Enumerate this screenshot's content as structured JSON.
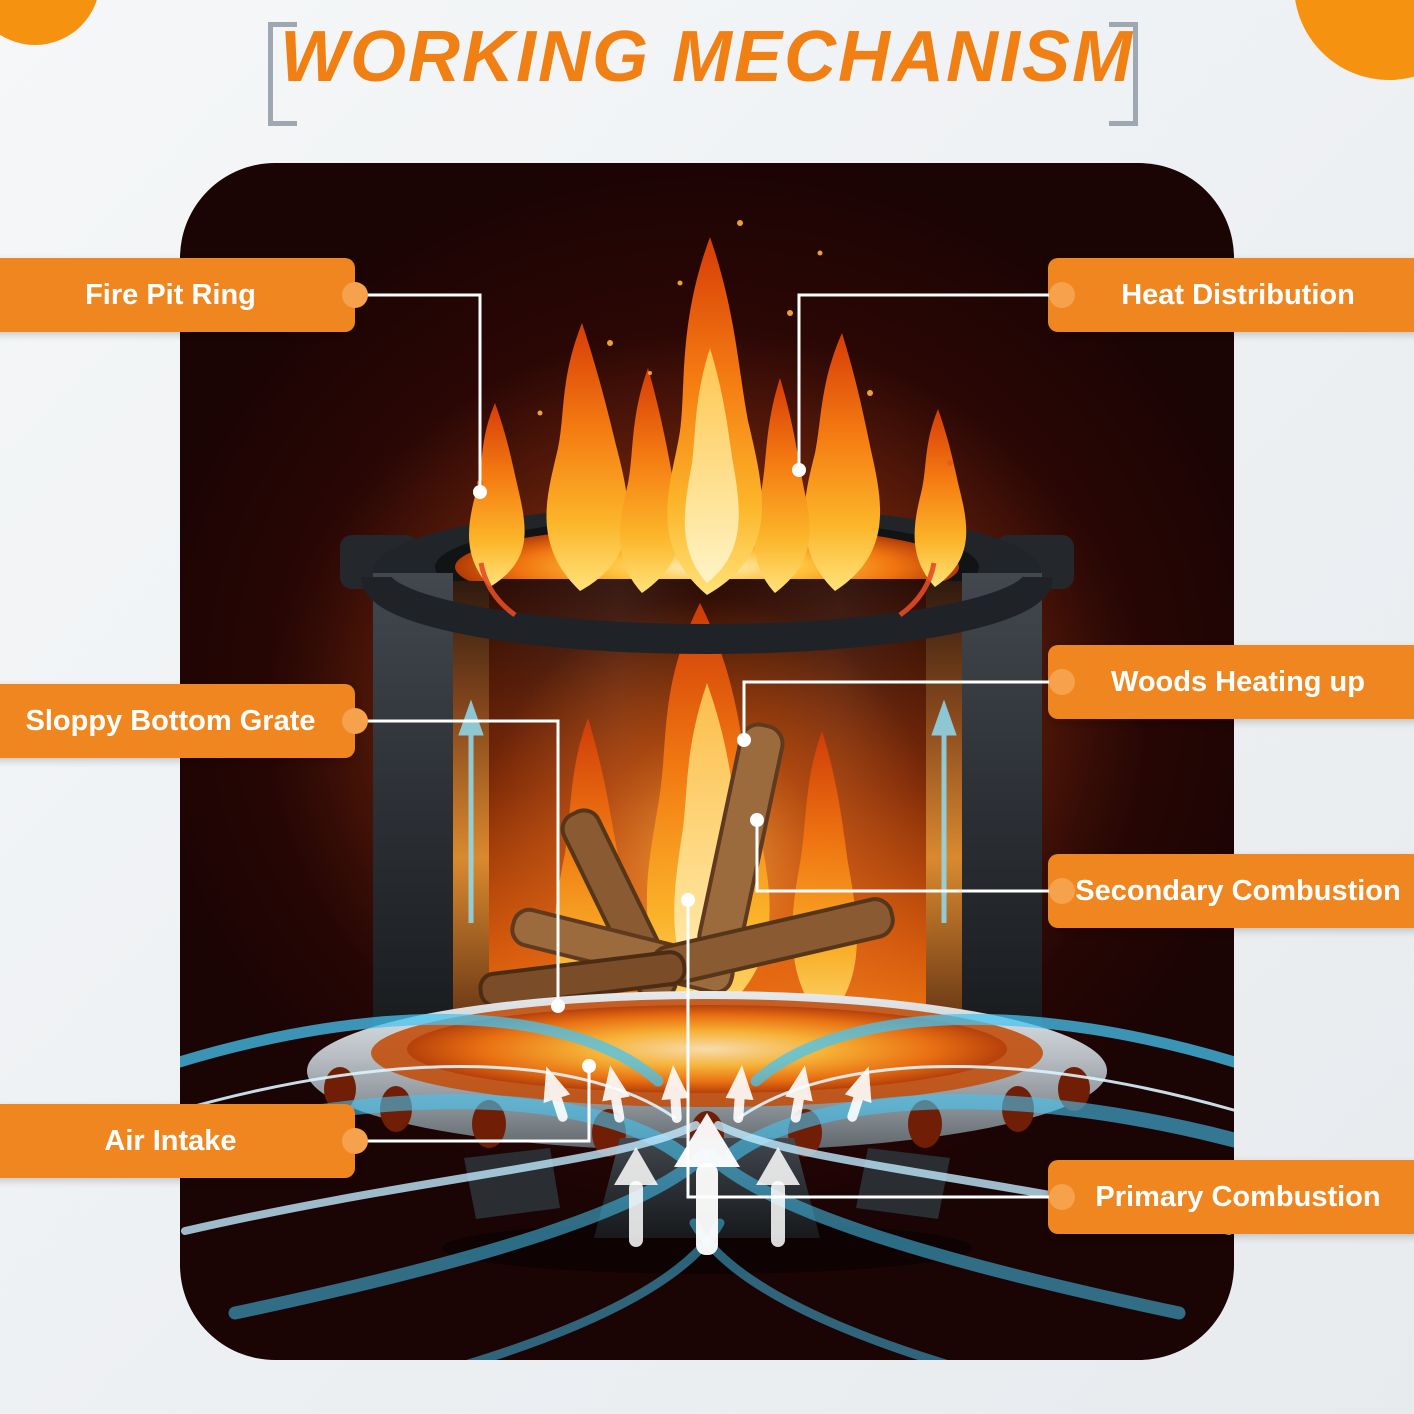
{
  "title": "WORKING MECHANISM",
  "labels": [
    {
      "id": "fire-pit-ring",
      "text": "Fire Pit Ring",
      "side": "left"
    },
    {
      "id": "heat-distribution",
      "text": "Heat Distribution",
      "side": "right"
    },
    {
      "id": "sloppy-bottom-grate",
      "text": "Sloppy Bottom Grate",
      "side": "left"
    },
    {
      "id": "woods-heating-up",
      "text": "Woods Heating up",
      "side": "right"
    },
    {
      "id": "secondary-combustion",
      "text": "Secondary Combustion",
      "side": "right"
    },
    {
      "id": "air-intake",
      "text": "Air Intake",
      "side": "left"
    },
    {
      "id": "primary-combustion",
      "text": "Primary Combustion",
      "side": "right"
    }
  ],
  "colors": {
    "accent_orange": "#F0861F",
    "title_orange": "#F08014",
    "panel_dark_red": "#481009",
    "label_text": "#FFFFFF",
    "flame_orange": "#F57C12",
    "flame_yellow": "#FFD95E",
    "air_blue": "#45C4F2",
    "steel_gray": "#B9BFC4"
  }
}
